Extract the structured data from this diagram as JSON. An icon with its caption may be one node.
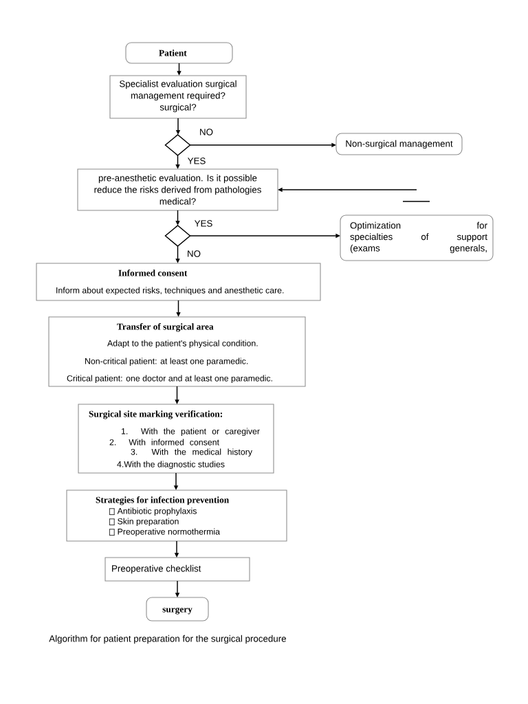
{
  "diagram": {
    "caption": "Algorithm for patient preparation for the surgical procedure",
    "nodes": [
      {
        "text": [
          "Patient"
        ]
      },
      {
        "text": [
          "Specialist evaluation surgical management required? surgical?"
        ]
      },
      {
        "text": [],
        "shape": "diamond"
      },
      {
        "text": [
          "Non-surgical management"
        ]
      },
      {
        "text": [
          "pre-anesthetic evaluation. Is it possible reduce the risks derived from pathologies medical?"
        ]
      },
      {
        "text": [],
        "shape": "diamond"
      },
      {
        "text": [
          "Optimization for specialties of support (exams generals,"
        ]
      },
      {
        "text": [
          "Informed consent",
          "Inform about expected risks, techniques and anesthetic care."
        ]
      },
      {
        "text": [
          "Transfer of surgical area",
          "Adapt to the patient's physical condition.",
          "Non-critical patient: at least one paramedic.",
          "Critical patient: one doctor and at least one paramedic."
        ]
      },
      {
        "text": [
          "Surgical site marking verification:",
          "1. With the patient or caregiver",
          "2. With informed consent",
          "3. With the medical history",
          "4.With the diagnostic studies"
        ]
      },
      {
        "text": [
          "Strategies for infection prevention",
          "Antibiotic prophylaxis",
          "Skin preparation",
          "Preoperative normothermia"
        ]
      },
      {
        "text": [
          "Preoperative checklist"
        ]
      },
      {
        "text": [
          "surgery"
        ]
      }
    ],
    "edges": [
      {
        "from": 0,
        "to": 1,
        "arrow": "to"
      },
      {
        "from": 1,
        "to": 2,
        "arrow": "to"
      },
      {
        "from": 2,
        "to": 3,
        "arrow": "to",
        "label": "NO"
      },
      {
        "from": 2,
        "to": 4,
        "arrow": "to",
        "label": "YES"
      },
      {
        "from": null,
        "to": 4,
        "arrow": "to"
      },
      {
        "from": 4,
        "to": 5,
        "arrow": "to"
      },
      {
        "from": 5,
        "to": 6,
        "arrow": "to",
        "label": "YES"
      },
      {
        "from": 5,
        "to": 7,
        "arrow": "to",
        "label": "NO"
      },
      {
        "from": 7,
        "to": 8,
        "arrow": "to"
      },
      {
        "from": 8,
        "to": 9,
        "arrow": "to"
      },
      {
        "from": 9,
        "to": 10,
        "arrow": "to"
      },
      {
        "from": 10,
        "to": 11,
        "arrow": "to"
      },
      {
        "from": 11,
        "to": 12,
        "arrow": "to"
      }
    ]
  }
}
